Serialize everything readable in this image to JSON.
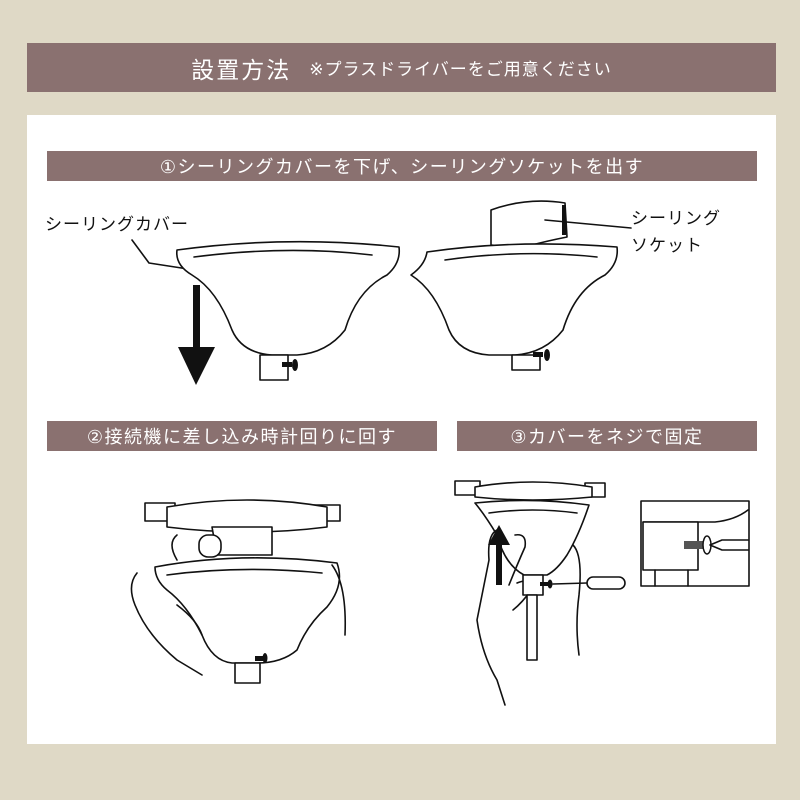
{
  "header": {
    "title": "設置方法",
    "note": "※プラスドライバーをご用意ください"
  },
  "steps": [
    {
      "label": "①シーリングカバーを下げ、シーリングソケットを出す",
      "callouts": [
        "シーリングカバー",
        "シーリング",
        "ソケット"
      ]
    },
    {
      "label": "②接続機に差し込み時計回りに回す"
    },
    {
      "label": "③カバーをネジで固定"
    }
  ],
  "icons": {
    "step1_left": "ceiling-cover-down-arrow-illustration",
    "step1_right": "ceiling-socket-exposed-illustration",
    "step2": "hand-twisting-cover-illustration",
    "step3": "hand-lifting-cover-screwdriver-illustration",
    "step3_detail": "screw-detail-inset"
  },
  "colors": {
    "background": "#dfd9c6",
    "bar": "#8a7170",
    "panel": "#ffffff",
    "text_on_bar": "#ffffff"
  }
}
